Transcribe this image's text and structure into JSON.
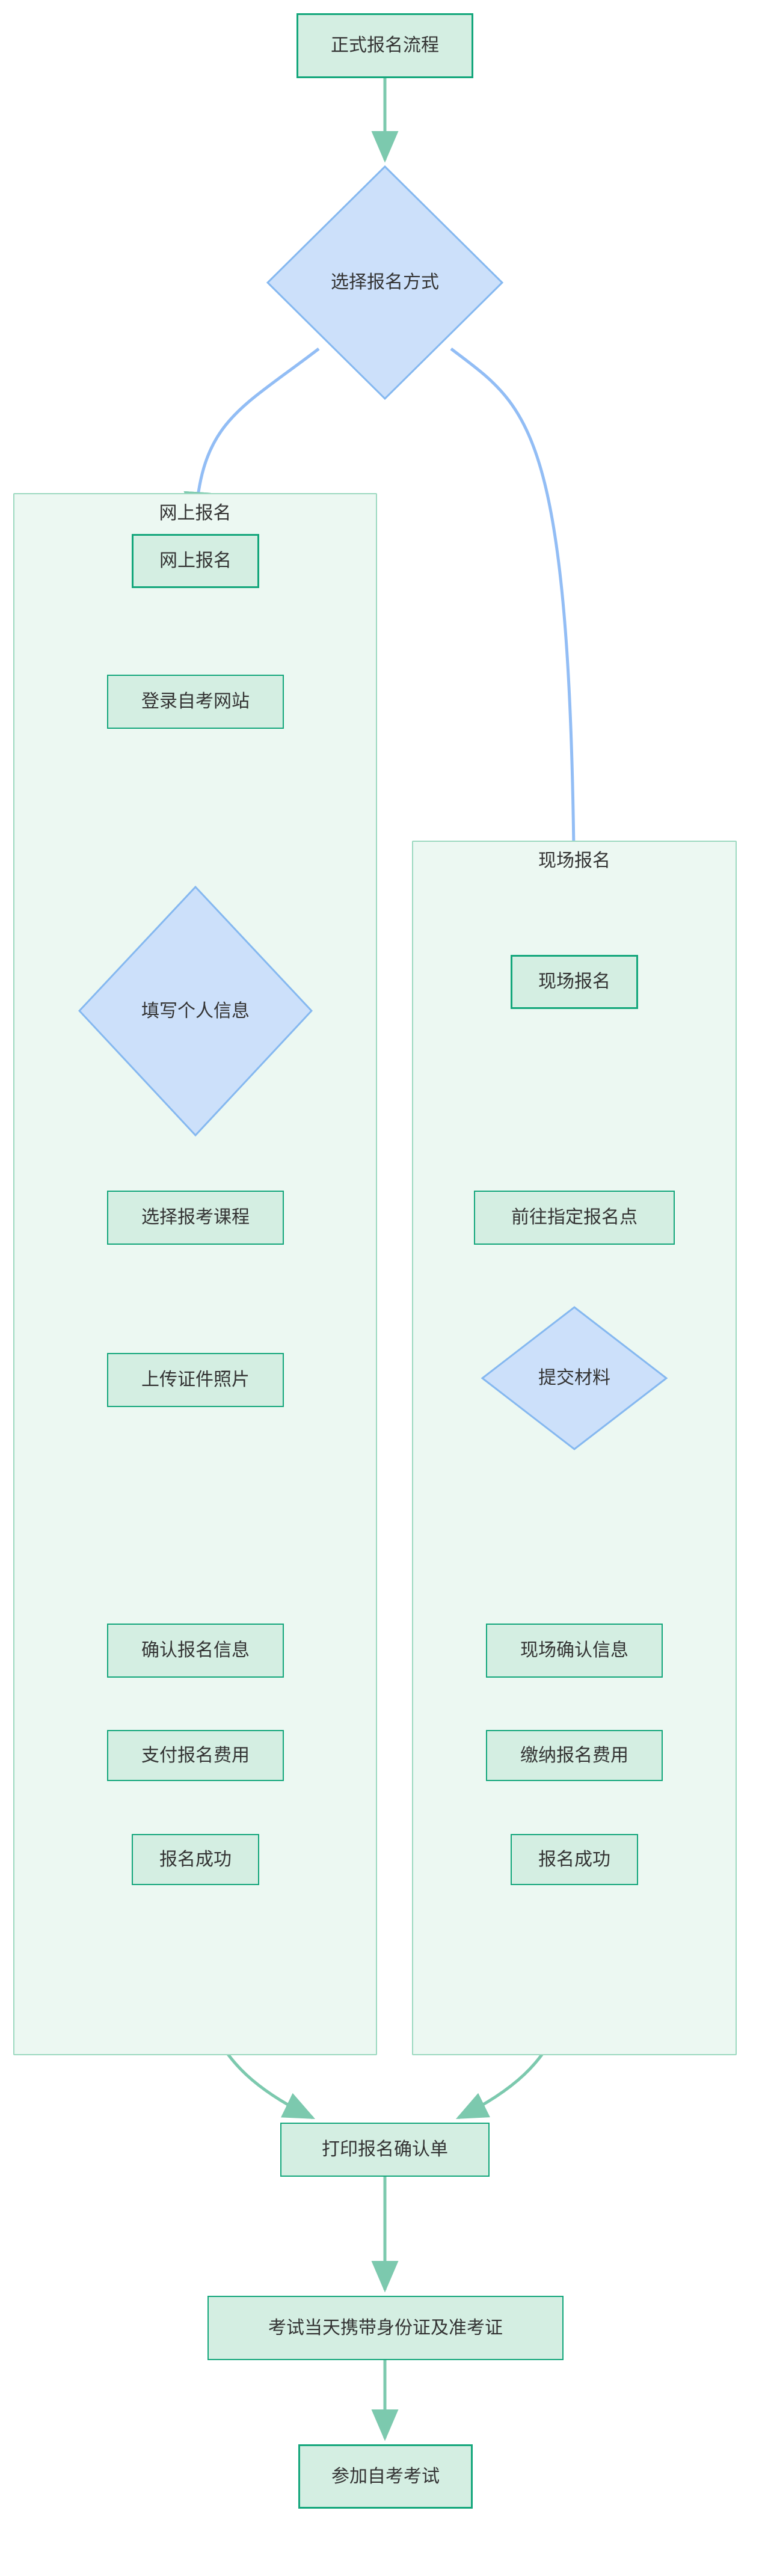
{
  "diagram": {
    "type": "flowchart",
    "direction": "top-down",
    "title_node": "正式报名流程",
    "theme": {
      "process_fill": "#d4eee2",
      "process_stroke": "#13a67b",
      "decision_fill": "#cce0fa",
      "decision_stroke": "#85b8f0",
      "subgraph_fill": "#ecf8f2",
      "subgraph_stroke": "#9cd9c0",
      "green_edge": "#7cc9ae",
      "blue_edge": "#92bdf5",
      "text": "#333333"
    }
  },
  "nodes": {
    "start": {
      "label": "正式报名流程",
      "shape": "process"
    },
    "choose_method": {
      "label": "选择报名方式",
      "shape": "decision"
    },
    "online_entry": {
      "label": "网上报名",
      "shape": "process"
    },
    "login_site": {
      "label": "登录自考网站",
      "shape": "process"
    },
    "fill_personal_info": {
      "label": "填写个人信息",
      "shape": "decision"
    },
    "select_courses": {
      "label": "选择报考课程",
      "shape": "process"
    },
    "upload_photo": {
      "label": "上传证件照片",
      "shape": "process"
    },
    "confirm_info_online": {
      "label": "确认报名信息",
      "shape": "process"
    },
    "pay_fee_online": {
      "label": "支付报名费用",
      "shape": "process"
    },
    "success_online": {
      "label": "报名成功",
      "shape": "process"
    },
    "onsite_entry": {
      "label": "现场报名",
      "shape": "process"
    },
    "go_to_site": {
      "label": "前往指定报名点",
      "shape": "process"
    },
    "submit_materials": {
      "label": "提交材料",
      "shape": "decision"
    },
    "confirm_info_onsite": {
      "label": "现场确认信息",
      "shape": "process"
    },
    "pay_fee_onsite": {
      "label": "缴纳报名费用",
      "shape": "process"
    },
    "success_onsite": {
      "label": "报名成功",
      "shape": "process"
    },
    "print_confirmation": {
      "label": "打印报名确认单",
      "shape": "process"
    },
    "bring_documents": {
      "label": "考试当天携带身份证及准考证",
      "shape": "process"
    },
    "take_exam": {
      "label": "参加自考考试",
      "shape": "process"
    }
  },
  "subgraphs": {
    "online": {
      "title": "网上报名"
    },
    "onsite": {
      "title": "现场报名"
    }
  },
  "edges": [
    {
      "from": "start",
      "to": "choose_method",
      "color": "green"
    },
    {
      "from": "choose_method",
      "to": "online_entry",
      "color": "blue"
    },
    {
      "from": "choose_method",
      "to": "onsite_entry",
      "color": "blue"
    },
    {
      "from": "online_entry",
      "to": "login_site",
      "color": "green"
    },
    {
      "from": "login_site",
      "to": "fill_personal_info",
      "color": "green"
    },
    {
      "from": "fill_personal_info",
      "to": "select_courses",
      "color": "blue"
    },
    {
      "from": "select_courses",
      "to": "upload_photo",
      "color": "green"
    },
    {
      "from": "upload_photo",
      "to": "confirm_info_online",
      "color": "green"
    },
    {
      "from": "confirm_info_online",
      "to": "pay_fee_online",
      "color": "green"
    },
    {
      "from": "pay_fee_online",
      "to": "success_online",
      "color": "green"
    },
    {
      "from": "onsite_entry",
      "to": "go_to_site",
      "color": "green"
    },
    {
      "from": "go_to_site",
      "to": "submit_materials",
      "color": "green"
    },
    {
      "from": "submit_materials",
      "to": "confirm_info_onsite",
      "color": "blue"
    },
    {
      "from": "confirm_info_onsite",
      "to": "pay_fee_onsite",
      "color": "green"
    },
    {
      "from": "pay_fee_onsite",
      "to": "success_onsite",
      "color": "green"
    },
    {
      "from": "success_online",
      "to": "print_confirmation",
      "color": "green"
    },
    {
      "from": "success_onsite",
      "to": "print_confirmation",
      "color": "green"
    },
    {
      "from": "print_confirmation",
      "to": "bring_documents",
      "color": "green"
    },
    {
      "from": "bring_documents",
      "to": "take_exam",
      "color": "green"
    }
  ]
}
